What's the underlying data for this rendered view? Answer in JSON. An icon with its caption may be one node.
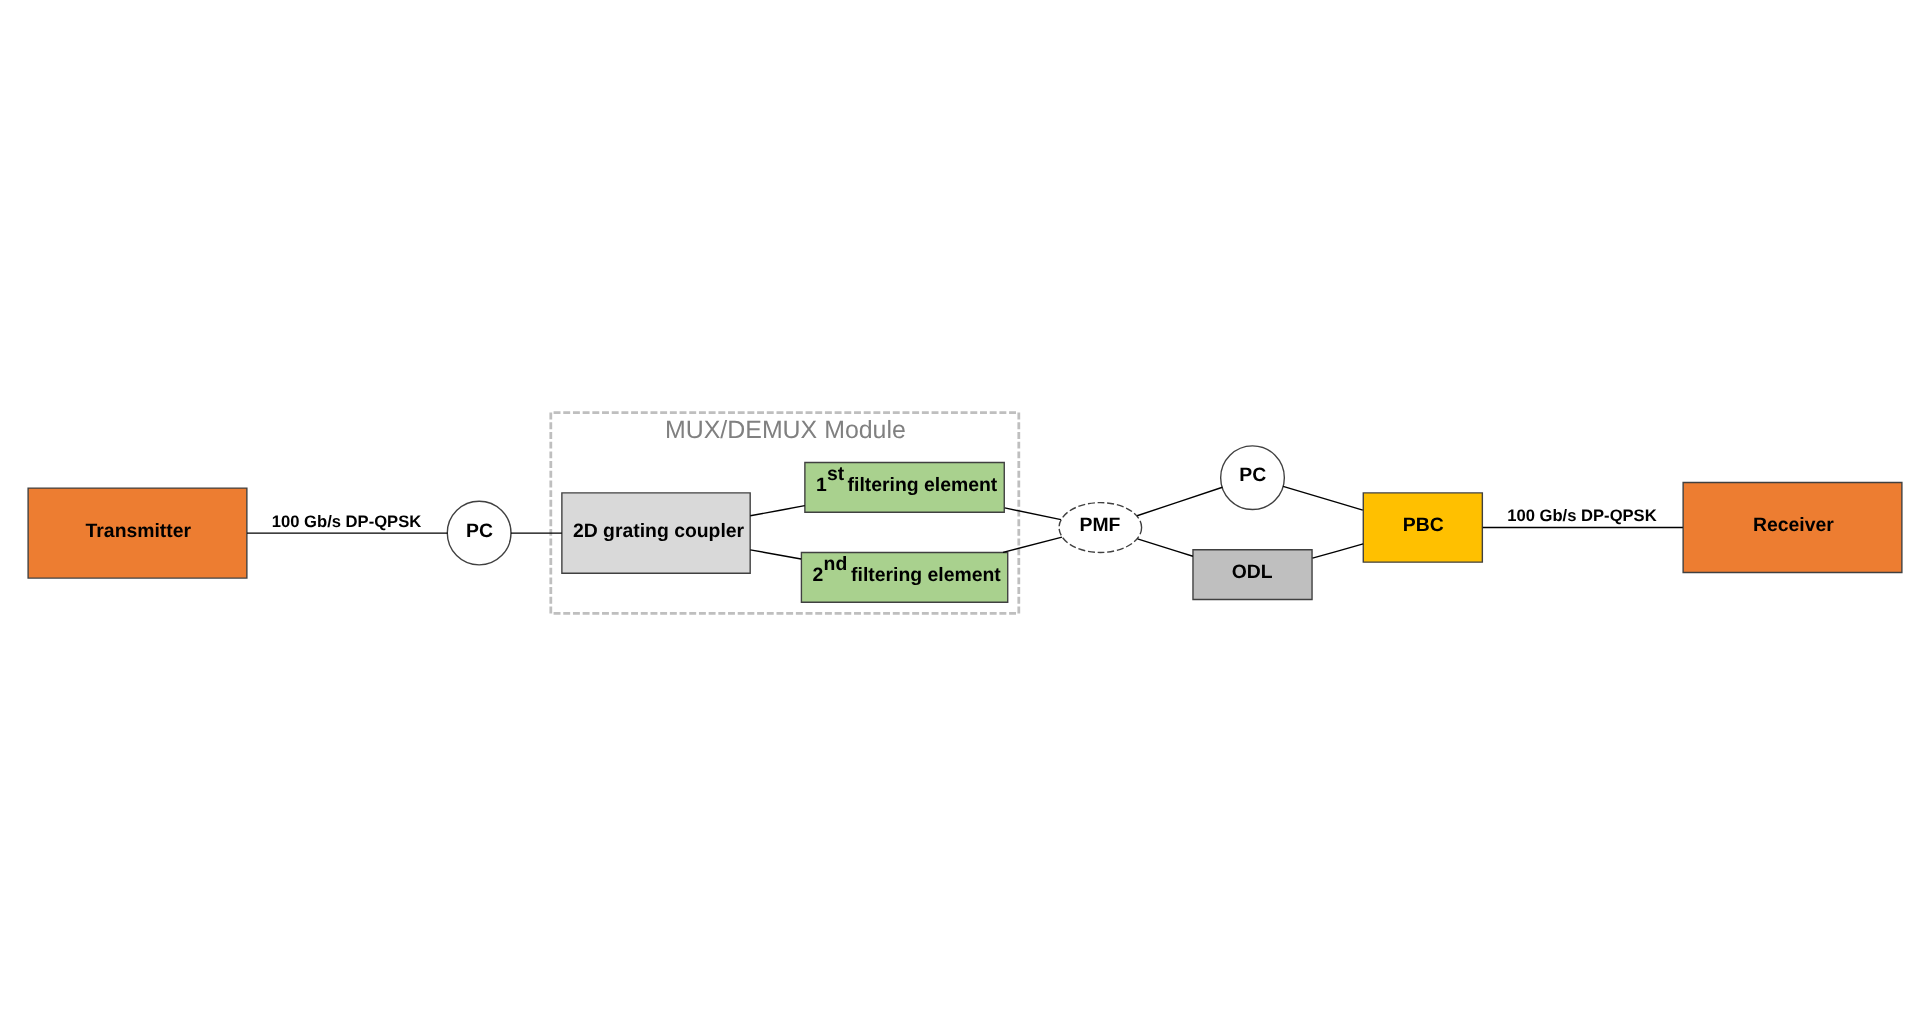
{
  "diagram": {
    "nodes": [
      {
        "text": [
          "Transmitter"
        ]
      },
      {
        "text": [
          "PC"
        ]
      },
      {
        "text": [
          "MUX/DEMUX Module"
        ]
      },
      {
        "text": [
          "2D grating coupler"
        ],
        "in": 2
      },
      {
        "text": [
          "1$^{st}$ filtering element"
        ],
        "in": 2
      },
      {
        "text": [
          "2$^{nd}$ filtering element"
        ],
        "in": 2
      },
      {
        "text": [
          "PMF"
        ]
      },
      {
        "text": [
          "PC"
        ]
      },
      {
        "text": [
          "ODL"
        ]
      },
      {
        "text": [
          "PBC"
        ]
      },
      {
        "text": [
          "Receiver"
        ]
      }
    ],
    "edges": [
      {
        "from": 0,
        "to": 1,
        "arrow": "none",
        "label": "100 Gb/s DP-QPSK"
      },
      {
        "from": 1,
        "to": 3,
        "arrow": "none"
      },
      {
        "from": 3,
        "to": 4,
        "arrow": "none"
      },
      {
        "from": 3,
        "to": 5,
        "arrow": "none"
      },
      {
        "from": 4,
        "to": 6,
        "arrow": "none"
      },
      {
        "from": 5,
        "to": 6,
        "arrow": "none"
      },
      {
        "from": 6,
        "to": 7,
        "arrow": "none"
      },
      {
        "from": 6,
        "to": 8,
        "arrow": "none"
      },
      {
        "from": 7,
        "to": 9,
        "arrow": "none"
      },
      {
        "from": 8,
        "to": 9,
        "arrow": "none"
      },
      {
        "from": 9,
        "to": 10,
        "arrow": "none",
        "label": "100 Gb/s DP-QPSK"
      }
    ]
  }
}
